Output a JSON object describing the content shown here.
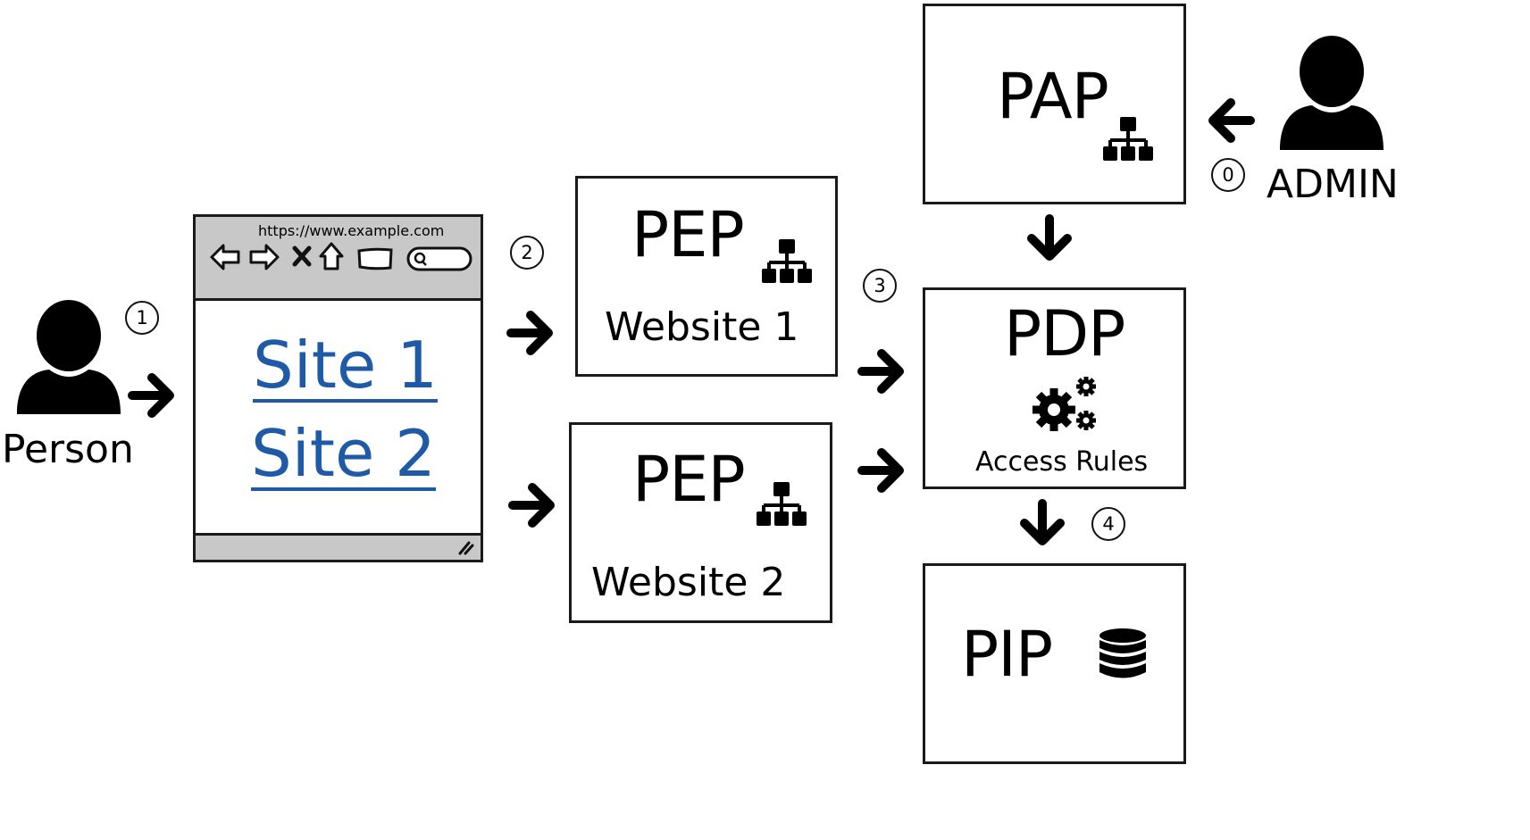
{
  "person": {
    "label": "Person"
  },
  "admin": {
    "label": "ADMIN"
  },
  "steps": {
    "s0": "0",
    "s1": "1",
    "s2": "2",
    "s3": "3",
    "s4": "4"
  },
  "browser": {
    "url": "https://www.example.com",
    "links": [
      "Site 1",
      "Site 2"
    ]
  },
  "pep1": {
    "title": "PEP",
    "subtitle": "Website 1"
  },
  "pep2": {
    "title": "PEP",
    "subtitle": "Website 2"
  },
  "pap": {
    "title": "PAP"
  },
  "pdp": {
    "title": "PDP",
    "subtitle": "Access Rules"
  },
  "pip": {
    "title": "PIP"
  },
  "icons": {
    "user": "user-icon",
    "hierarchy": "hierarchy-icon",
    "gears": "gears-icon",
    "database": "database-icon",
    "arrow": "arrow-icon"
  }
}
